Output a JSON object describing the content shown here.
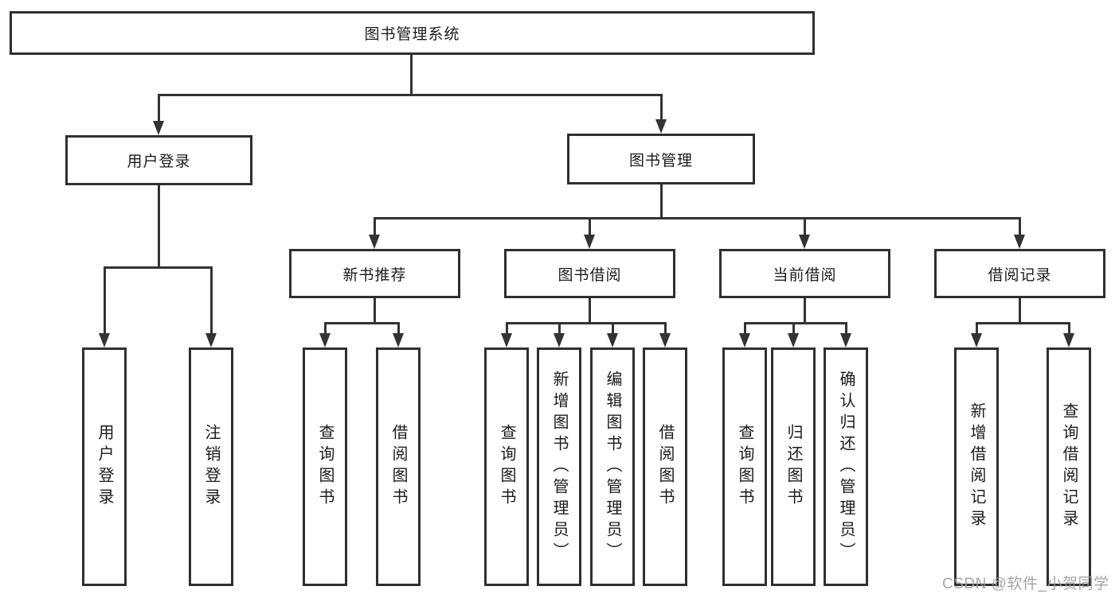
{
  "tree": {
    "root": "图书管理系统",
    "children": [
      {
        "label": "用户登录",
        "children": [
          {
            "label": "用户登录"
          },
          {
            "label": "注销登录"
          }
        ]
      },
      {
        "label": "图书管理",
        "children": [
          {
            "label": "新书推荐",
            "children": [
              {
                "label": "查询图书"
              },
              {
                "label": "借阅图书"
              }
            ]
          },
          {
            "label": "图书借阅",
            "children": [
              {
                "label": "查询图书"
              },
              {
                "label": "新增图书（管理员）"
              },
              {
                "label": "编辑图书（管理员）"
              },
              {
                "label": "借阅图书"
              }
            ]
          },
          {
            "label": "当前借阅",
            "children": [
              {
                "label": "查询图书"
              },
              {
                "label": "归还图书"
              },
              {
                "label": "确认归还（管理员）"
              }
            ]
          },
          {
            "label": "借阅记录",
            "children": [
              {
                "label": "新增借阅记录"
              },
              {
                "label": "查询借阅记录"
              }
            ]
          }
        ]
      }
    ]
  },
  "watermark": "CSDN @软件_小贺同学",
  "colors": {
    "line": "#333333",
    "text": "#1b1b1b",
    "watermark": "#9b9b9b"
  }
}
